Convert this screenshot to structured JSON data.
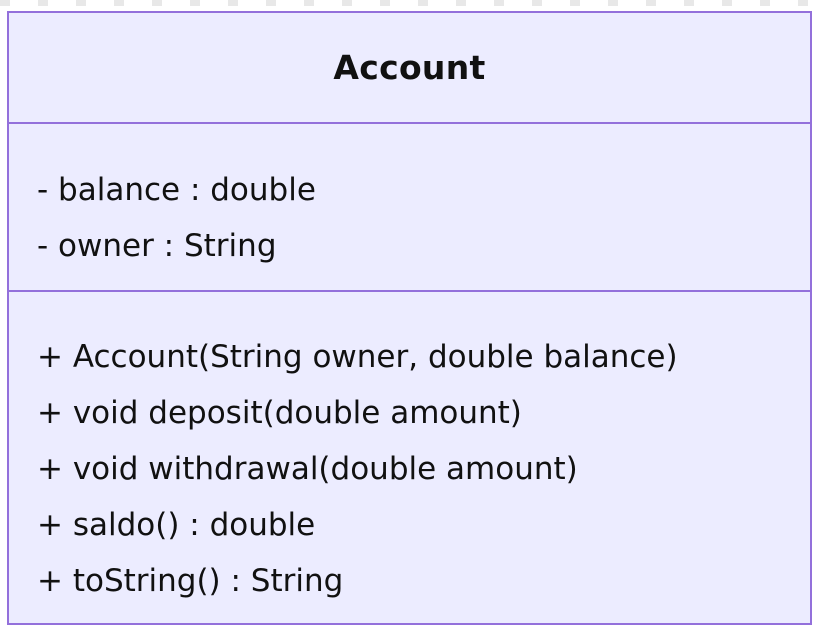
{
  "uml_class": {
    "name": "Account",
    "attributes": [
      "- balance : double",
      "- owner : String"
    ],
    "methods": [
      "+ Account(String owner, double balance)",
      "+ void deposit(double amount)",
      "+ void withdrawal(double amount)",
      "+ saldo() : double",
      "+ toString() : String"
    ]
  },
  "colors": {
    "fill": "#ececff",
    "border": "#9370db",
    "text": "#111111"
  }
}
